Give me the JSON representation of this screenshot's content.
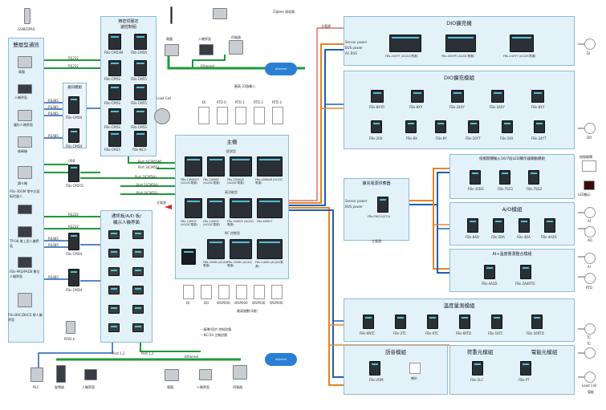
{
  "panels": {
    "left": "雙層型通訊",
    "top_small": "精密伺服定\n速控制組",
    "comm_mod": "通訊模組",
    "bottom_left": "通訊板/A/D 板/\n顯示人機界面",
    "main": "主機",
    "main_basic": "經濟型",
    "main_high": "高功能型",
    "main_nc": "NC 控制型",
    "dio_exp": "DIO擴充機",
    "dio_mod": "DIO擴充模組",
    "single_disp": "指撥開關輸入16/7段LED顯示器驅動模組",
    "aio": "A/O模組",
    "ai": "AI+溫度量測整合模組",
    "temp": "溫度量測模組",
    "voice": "語音模組",
    "load": "荷重元模組",
    "power_mod": "電能元模組",
    "power_exp": "擴充電源供應器"
  },
  "left_devices": [
    "電腦",
    "人機界面",
    "圖形人機界面",
    "條碼機",
    "讀卡機",
    "FBs-30GM 帶中文面板控器人",
    "TP-08 掌上型人機界面",
    "FBs-PAD/PAD8 數位人機界面",
    "FBs-BHC/BHC6 帶人機界面"
  ],
  "left_ports": [
    "RS232",
    "RS232",
    "RS485",
    "RS485",
    "RS485",
    "RS485",
    "USB",
    "RS232",
    "RS232",
    "RS485",
    "RS485",
    "RS485"
  ],
  "top_small_mods": [
    "FBs-CM5SM",
    "FBs-CM5R",
    "FBs-CM5S",
    "FBs-CM55",
    "FBs-CM5S",
    "FBs-CM55",
    "FBs-CM5S",
    "FBs-CM5S",
    "FBs-CM25",
    "FBs-NC3"
  ],
  "comm_mods": [
    "FBs-CM5H",
    "FBs-CM5H",
    "FBs-CM5H",
    "FBs-CM25C",
    "FBs-CM5H",
    "FBs-CM5H"
  ],
  "comm_mod_title": "通訊模組",
  "top_network": [
    "電腦",
    "人機界面",
    "伺服器",
    "Zigbee 接收器"
  ],
  "ethernet_label": "Ethernet",
  "internet_label": "Internet",
  "gsm_label": "GSM/GPRS",
  "port_labels": [
    "Port 4(CM5SM)",
    "Port 3(CM5S)",
    "Port 2(CM5H)",
    "Port 1(CM5H)",
    "Port 1(CM5H)",
    "Port 0(CM5S)",
    "Port 1,2",
    "Port 1,2"
  ],
  "main_top_io": [
    "DI",
    "RTD 0",
    "RTD 1",
    "RTD 2",
    "RTD 3"
  ],
  "main_top_label": "最高 32路輸入",
  "main_basic_mods": [
    "FBs-14MAR/T (AC/DC電源)",
    "FBs-24MAR (AC/DC電源)",
    "FBs-32MA/A (AC/DC電源)",
    "FBs-40MA/B (AC/DC電源)"
  ],
  "main_high_mods": [
    "FBs-14MCR (AC/DC電源)",
    "FBs-24MCR (AC/DC電源)",
    "FBs-32MCR (AC/DC電源)",
    "FBs-60MCT"
  ],
  "main_nc_mods": [
    "FBs-20MN (AC/DC電源)",
    "FBs-32MN (AC/DC電源)",
    "FBs-44MN (AC/DC電源)"
  ],
  "main_bottom_io": [
    "DI",
    "DO",
    "WSP000",
    "WSP000",
    "WSP000",
    "WSP000"
  ],
  "main_bottom_label": "最高路數(4路)",
  "main_legend": [
    "─ 精準/同步 控制對應",
    "─ NC/10 主機對應"
  ],
  "dio_exp_mods": [
    "FBs-40XYT (AC/DC電源)",
    "FBs-40XYR (AC/DC電源)",
    "FBs-24XYT (AC/DC電源)"
  ],
  "dio_exp_inputs": [
    "Sensor power",
    "BUS power",
    "AC BUS"
  ],
  "dio_mod_row1": [
    "FBs-8XYR",
    "FBs-8XY",
    "FBs-24XY",
    "FBs-16XY",
    "FBs-8XY"
  ],
  "dio_mod_row2": [
    "FBs-20X",
    "FBs-8X",
    "FBs-8Y",
    "FBs-20YT",
    "FBs-24X",
    "FBs-24YT"
  ],
  "single_disp_mods": [
    "FBs-32DG",
    "FBs-7SG1",
    "FBs-7SG2"
  ],
  "aio_mods": [
    "FBs-8AD",
    "FBs-2DA",
    "FBs-4DA",
    "FBs-4A2D"
  ],
  "ai_mods": [
    "FBs-4A2D",
    "FBs-2A4RTD"
  ],
  "temp_mods": [
    "FBs-6NTC",
    "FBs-2TC",
    "FBs-6TC",
    "FBs-6RTD",
    "FBs-16TC",
    "FBs-16RTD"
  ],
  "voice_mods": [
    "FBs-VOM"
  ],
  "voice_out": "喇叭",
  "load_mod": "FBs-1LC",
  "power_mod_name": "FBs-PT",
  "power_exp_inputs": [
    "Sensor power",
    "BUS power"
  ],
  "power_exp_mod": "FBs-PW/24(ST)V",
  "power_exp_in": "主電源",
  "main_power": "主電源",
  "bottom_devices": [
    "PLC",
    "變頻器",
    "人機界面",
    "電腦",
    "人機界面",
    "伺服器"
  ],
  "right_io": [
    "DI",
    "DO",
    "指撥開關",
    "LED顯示",
    "AI",
    "AO",
    "AI",
    "RTD",
    "TC",
    "TC",
    "Load Cell",
    "電能"
  ],
  "rfid_label": "RFID卡",
  "load_cell": "Load Cell",
  "net_top_left": "主電源",
  "net_top_left_small": "主電源",
  "colors": {
    "panel": "#e3f1f9",
    "wire_green": "#1f9a3a",
    "wire_blue": "#1f5fb5",
    "wire_orange": "#e0862a",
    "wire_red": "#cc2a1e",
    "cloud": "#2a7fd4"
  }
}
